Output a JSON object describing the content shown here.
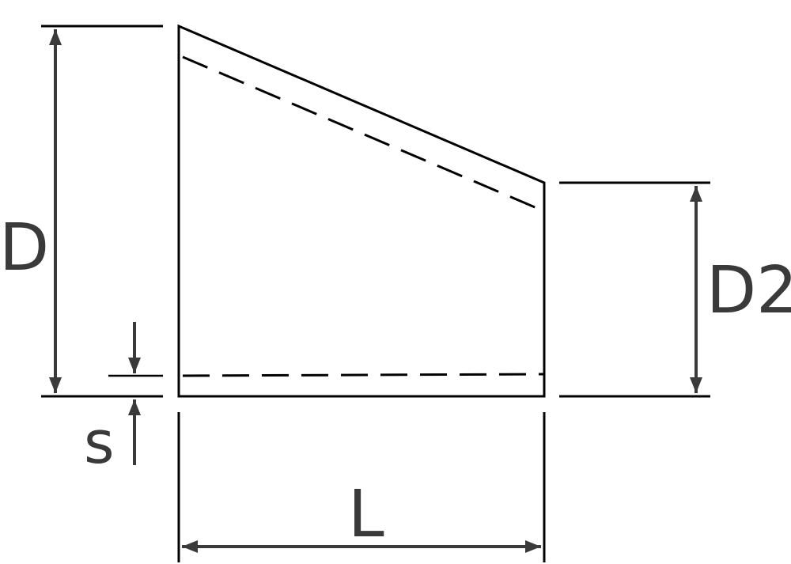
{
  "labels": {
    "outer_diameter": "D",
    "outlet_diameter": "D2",
    "wall_thickness": "s",
    "length": "L"
  },
  "colors": {
    "outline": "#000000",
    "dimension": "#3a3a3a",
    "background": "#ffffff"
  }
}
